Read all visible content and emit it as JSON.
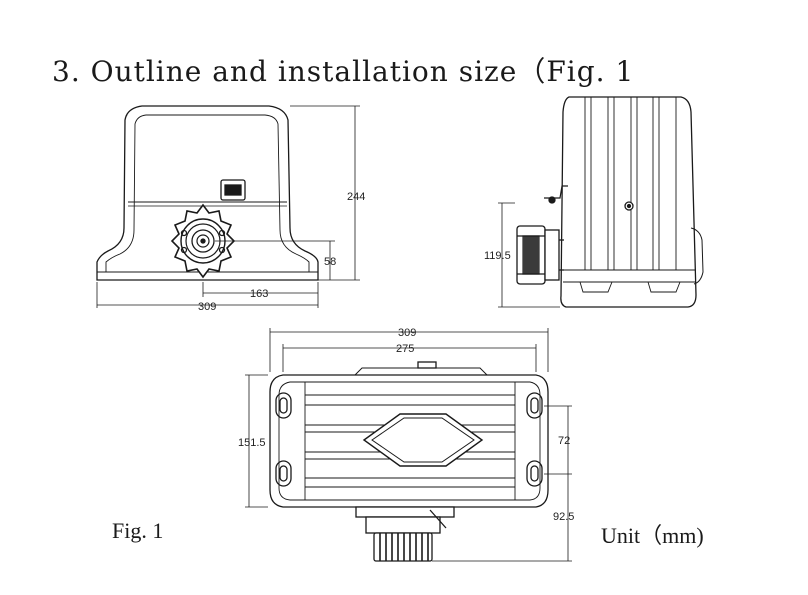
{
  "heading": "3. Outline and installation size（Fig. 1",
  "figure_label": "Fig. 1",
  "unit_label": "Unit（mm)",
  "dimensions": {
    "front_height": "244",
    "front_shaft_height": "58",
    "front_shaft_offset": "163",
    "front_width": "309",
    "side_height": "119.5",
    "top_width_outer": "309",
    "top_width_inner": "275",
    "top_depth": "151.5",
    "top_hole_spacing": "72",
    "top_extension": "92.5"
  },
  "colors": {
    "line": "#1a1a1a",
    "background": "#ffffff"
  }
}
